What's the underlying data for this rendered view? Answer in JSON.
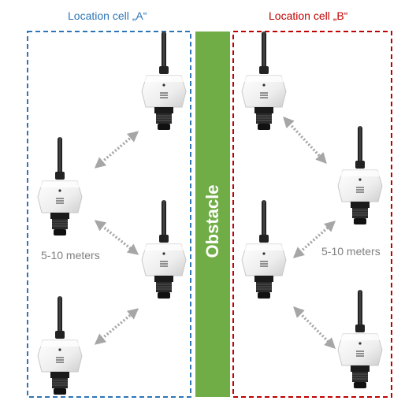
{
  "cells": {
    "a": {
      "label": "Location cell „A“",
      "color": "#2E75B6"
    },
    "b": {
      "label": "Location cell „B“",
      "color": "#C00000"
    }
  },
  "obstacle": {
    "label": "Obstacle",
    "color": "#70AD47"
  },
  "distance_label": "5-10 meters",
  "arrow_color": "#A6A6A6",
  "device_icon": "wireless-sensor-icon"
}
